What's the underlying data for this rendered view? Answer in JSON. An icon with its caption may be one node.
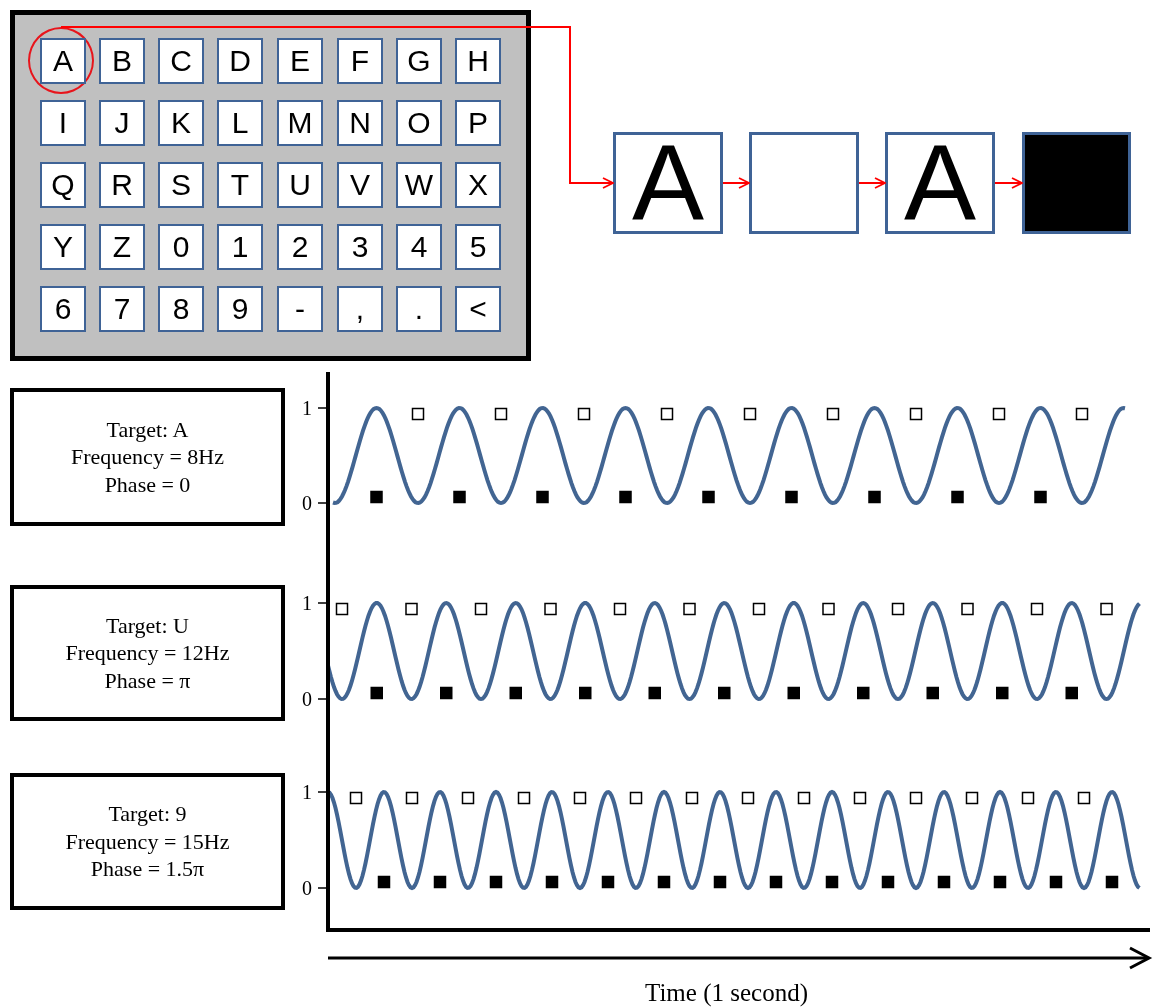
{
  "diagram": {
    "nodes": [
      {
        "text": [],
        "shape": "box"
      },
      {
        "text": [],
        "shape": "circle",
        "in": 0
      },
      {
        "text": [
          "A"
        ],
        "in": 1
      },
      {
        "text": [
          "B"
        ],
        "in": 0
      },
      {
        "text": [
          "C"
        ],
        "in": 0
      },
      {
        "text": [
          "D"
        ],
        "in": 0
      },
      {
        "text": [
          "E"
        ],
        "in": 0
      },
      {
        "text": [
          "F"
        ],
        "in": 0
      },
      {
        "text": [
          "G"
        ],
        "in": 0
      },
      {
        "text": [
          "H"
        ],
        "in": 0
      },
      {
        "text": [
          "I"
        ],
        "in": 0
      },
      {
        "text": [
          "J"
        ],
        "in": 0
      },
      {
        "text": [
          "K"
        ],
        "in": 0
      },
      {
        "text": [
          "L"
        ],
        "in": 0
      },
      {
        "text": [
          "M"
        ],
        "in": 0
      },
      {
        "text": [
          "N"
        ],
        "in": 0
      },
      {
        "text": [
          "O"
        ],
        "in": 0
      },
      {
        "text": [
          "P"
        ],
        "in": 0
      },
      {
        "text": [
          "Q"
        ],
        "in": 0
      },
      {
        "text": [
          "R"
        ],
        "in": 0
      },
      {
        "text": [
          "S"
        ],
        "in": 0
      },
      {
        "text": [
          "T"
        ],
        "in": 0
      },
      {
        "text": [
          "U"
        ],
        "in": 0
      },
      {
        "text": [
          "V"
        ],
        "in": 0
      },
      {
        "text": [
          "W"
        ],
        "in": 0
      },
      {
        "text": [
          "X"
        ],
        "in": 0
      },
      {
        "text": [
          "Y"
        ],
        "in": 0
      },
      {
        "text": [
          "Z"
        ],
        "in": 0
      },
      {
        "text": [
          "0"
        ],
        "in": 0
      },
      {
        "text": [
          "1"
        ],
        "in": 0
      },
      {
        "text": [
          "2"
        ],
        "in": 0
      },
      {
        "text": [
          "3"
        ],
        "in": 0
      },
      {
        "text": [
          "4"
        ],
        "in": 0
      },
      {
        "text": [
          "5"
        ],
        "in": 0
      },
      {
        "text": [
          "6"
        ],
        "in": 0
      },
      {
        "text": [
          "7"
        ],
        "in": 0
      },
      {
        "text": [
          "8"
        ],
        "in": 0
      },
      {
        "text": [
          "9"
        ],
        "in": 0
      },
      {
        "text": [
          "-"
        ],
        "in": 0
      },
      {
        "text": [
          ","
        ],
        "in": 0
      },
      {
        "text": [
          "."
        ],
        "in": 0
      },
      {
        "text": [
          "<"
        ],
        "in": 0
      },
      {
        "text": [
          "A"
        ]
      },
      {
        "text": [],
        "shape": "box"
      },
      {
        "text": [
          "A"
        ]
      },
      {
        "text": [],
        "shape": "box"
      },
      {
        "text": [
          "Target: A",
          "Frequency = 8Hz",
          "Phase = 0"
        ]
      },
      {
        "text": [
          "Target: U",
          "Frequency = 12Hz",
          "Phase = π"
        ]
      },
      {
        "text": [
          "Target: 9",
          "Frequency = 15Hz",
          "Phase = 1.5π"
        ]
      }
    ],
    "edges": [
      {
        "from": 1,
        "to": 42,
        "arrow": "to"
      },
      {
        "from": 42,
        "to": 43,
        "arrow": "to"
      },
      {
        "from": 43,
        "to": 44,
        "arrow": "to"
      },
      {
        "from": 44,
        "to": 45,
        "arrow": "to"
      }
    ],
    "labels": [
      "1",
      "0",
      "1",
      "0",
      "1",
      "0",
      "Time (1 second)"
    ]
  }
}
